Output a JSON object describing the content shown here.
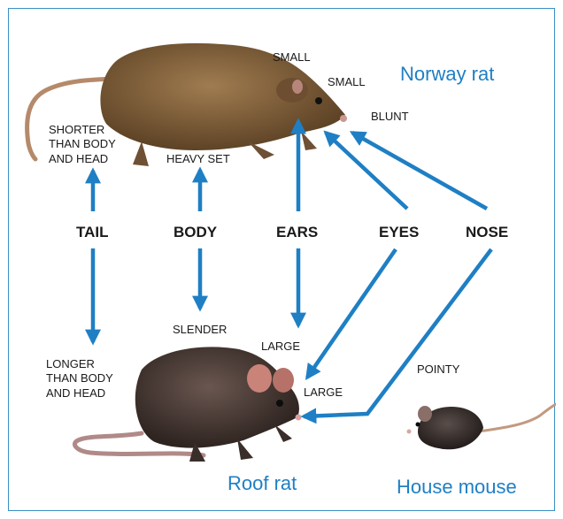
{
  "titles": {
    "norway": "Norway rat",
    "roof": "Roof rat",
    "mouse": "House mouse"
  },
  "traits": {
    "tail": "TAIL",
    "body": "BODY",
    "ears": "EARS",
    "eyes": "EYES",
    "nose": "NOSE"
  },
  "norway_labels": {
    "tail": "SHORTER\nTHAN BODY\nAND HEAD",
    "body": "HEAVY SET",
    "ears": "SMALL",
    "eyes": "SMALL",
    "nose": "BLUNT"
  },
  "roof_labels": {
    "tail": "LONGER\nTHAN BODY\nAND HEAD",
    "body": "SLENDER",
    "ears": "LARGE",
    "eyes": "LARGE",
    "nose": "POINTY"
  },
  "colors": {
    "arrow": "#1f7fc4",
    "border": "#3a8fc6",
    "norway_fur": "#7a5a36",
    "roof_fur": "#4a3a34",
    "mouse_fur": "#3a302c"
  }
}
